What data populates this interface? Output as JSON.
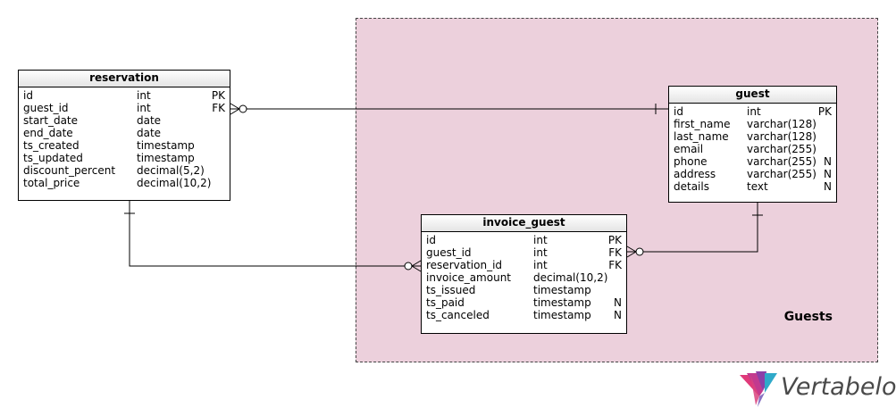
{
  "area": {
    "label": "Guests"
  },
  "tables": {
    "reservation": {
      "title": "reservation",
      "columns": [
        {
          "name": "id",
          "type": "int",
          "flag": "PK"
        },
        {
          "name": "guest_id",
          "type": "int",
          "flag": "FK"
        },
        {
          "name": "start_date",
          "type": "date",
          "flag": ""
        },
        {
          "name": "end_date",
          "type": "date",
          "flag": ""
        },
        {
          "name": "ts_created",
          "type": "timestamp",
          "flag": ""
        },
        {
          "name": "ts_updated",
          "type": "timestamp",
          "flag": ""
        },
        {
          "name": "discount_percent",
          "type": "decimal(5,2)",
          "flag": ""
        },
        {
          "name": "total_price",
          "type": "decimal(10,2)",
          "flag": ""
        }
      ]
    },
    "guest": {
      "title": "guest",
      "columns": [
        {
          "name": "id",
          "type": "int",
          "flag": "PK"
        },
        {
          "name": "first_name",
          "type": "varchar(128)",
          "flag": ""
        },
        {
          "name": "last_name",
          "type": "varchar(128)",
          "flag": ""
        },
        {
          "name": "email",
          "type": "varchar(255)",
          "flag": ""
        },
        {
          "name": "phone",
          "type": "varchar(255)",
          "flag": "N"
        },
        {
          "name": "address",
          "type": "varchar(255)",
          "flag": "N"
        },
        {
          "name": "details",
          "type": "text",
          "flag": "N"
        }
      ]
    },
    "invoice_guest": {
      "title": "invoice_guest",
      "columns": [
        {
          "name": "id",
          "type": "int",
          "flag": "PK"
        },
        {
          "name": "guest_id",
          "type": "int",
          "flag": "FK"
        },
        {
          "name": "reservation_id",
          "type": "int",
          "flag": "FK"
        },
        {
          "name": "invoice_amount",
          "type": "decimal(10,2)",
          "flag": ""
        },
        {
          "name": "ts_issued",
          "type": "timestamp",
          "flag": ""
        },
        {
          "name": "ts_paid",
          "type": "timestamp",
          "flag": "N"
        },
        {
          "name": "ts_canceled",
          "type": "timestamp",
          "flag": "N"
        }
      ]
    }
  },
  "logo": {
    "text": "Vertabelo",
    "colors": [
      "#e03a7a",
      "#8b3fa8",
      "#2fa9c9"
    ]
  },
  "colors": {
    "area_fill": "#ecd0dc",
    "line": "#000000"
  }
}
